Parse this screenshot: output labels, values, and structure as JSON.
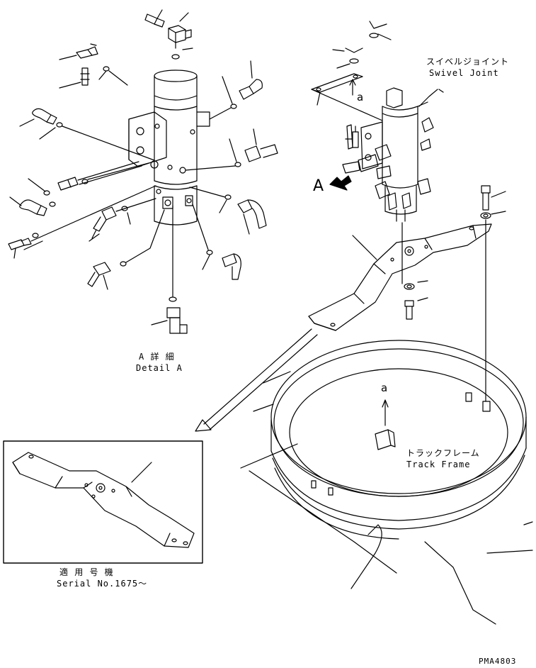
{
  "labels": {
    "swivel_joint_jp": "スイベルジョイント",
    "swivel_joint_en": "Swivel Joint",
    "track_frame_jp": "トラックフレーム",
    "track_frame_en": "Track Frame",
    "detail_jp": "A 詳 細",
    "detail_en": "Detail A",
    "view_arrow": "A",
    "ref_a_upper": "a",
    "ref_a_lower": "a",
    "serial_jp": "適 用 号 機",
    "serial_en": "Serial No.1675～",
    "drawing_number": "PMA4803"
  },
  "colors": {
    "line": "#000000",
    "background": "#ffffff"
  }
}
